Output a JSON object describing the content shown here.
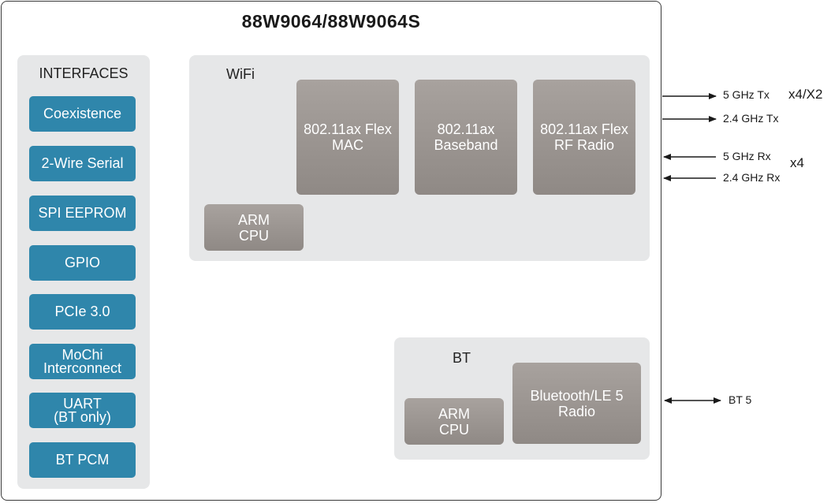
{
  "title": "88W9064/88W9064S",
  "interfaces": {
    "label": "INTERFACES",
    "items": [
      "Coexistence",
      "2-Wire Serial",
      "SPI EEPROM",
      "GPIO",
      "PCIe 3.0",
      "MoChi\nInterconnect",
      "UART\n(BT only)",
      "BT PCM"
    ]
  },
  "wifi": {
    "label": "WiFi",
    "mac": "802.11ax Flex\nMAC",
    "baseband": "802.11ax\nBaseband",
    "rf": "802.11ax Flex\nRF Radio",
    "cpu": "ARM\nCPU"
  },
  "bt": {
    "label": "BT",
    "cpu": "ARM\nCPU",
    "radio": "Bluetooth/LE 5\nRadio"
  },
  "signals": {
    "tx5": "5 GHz Tx",
    "tx24": "2.4 GHz Tx",
    "rx5": "5 GHz Rx",
    "rx24": "2.4 GHz Rx",
    "bt5": "BT 5",
    "tx_mult": "x4/X2",
    "rx_mult": "x4"
  },
  "colors": {
    "interface_button": "#2f86ab",
    "panel": "#e6e7e8",
    "block": "#9b9591"
  }
}
